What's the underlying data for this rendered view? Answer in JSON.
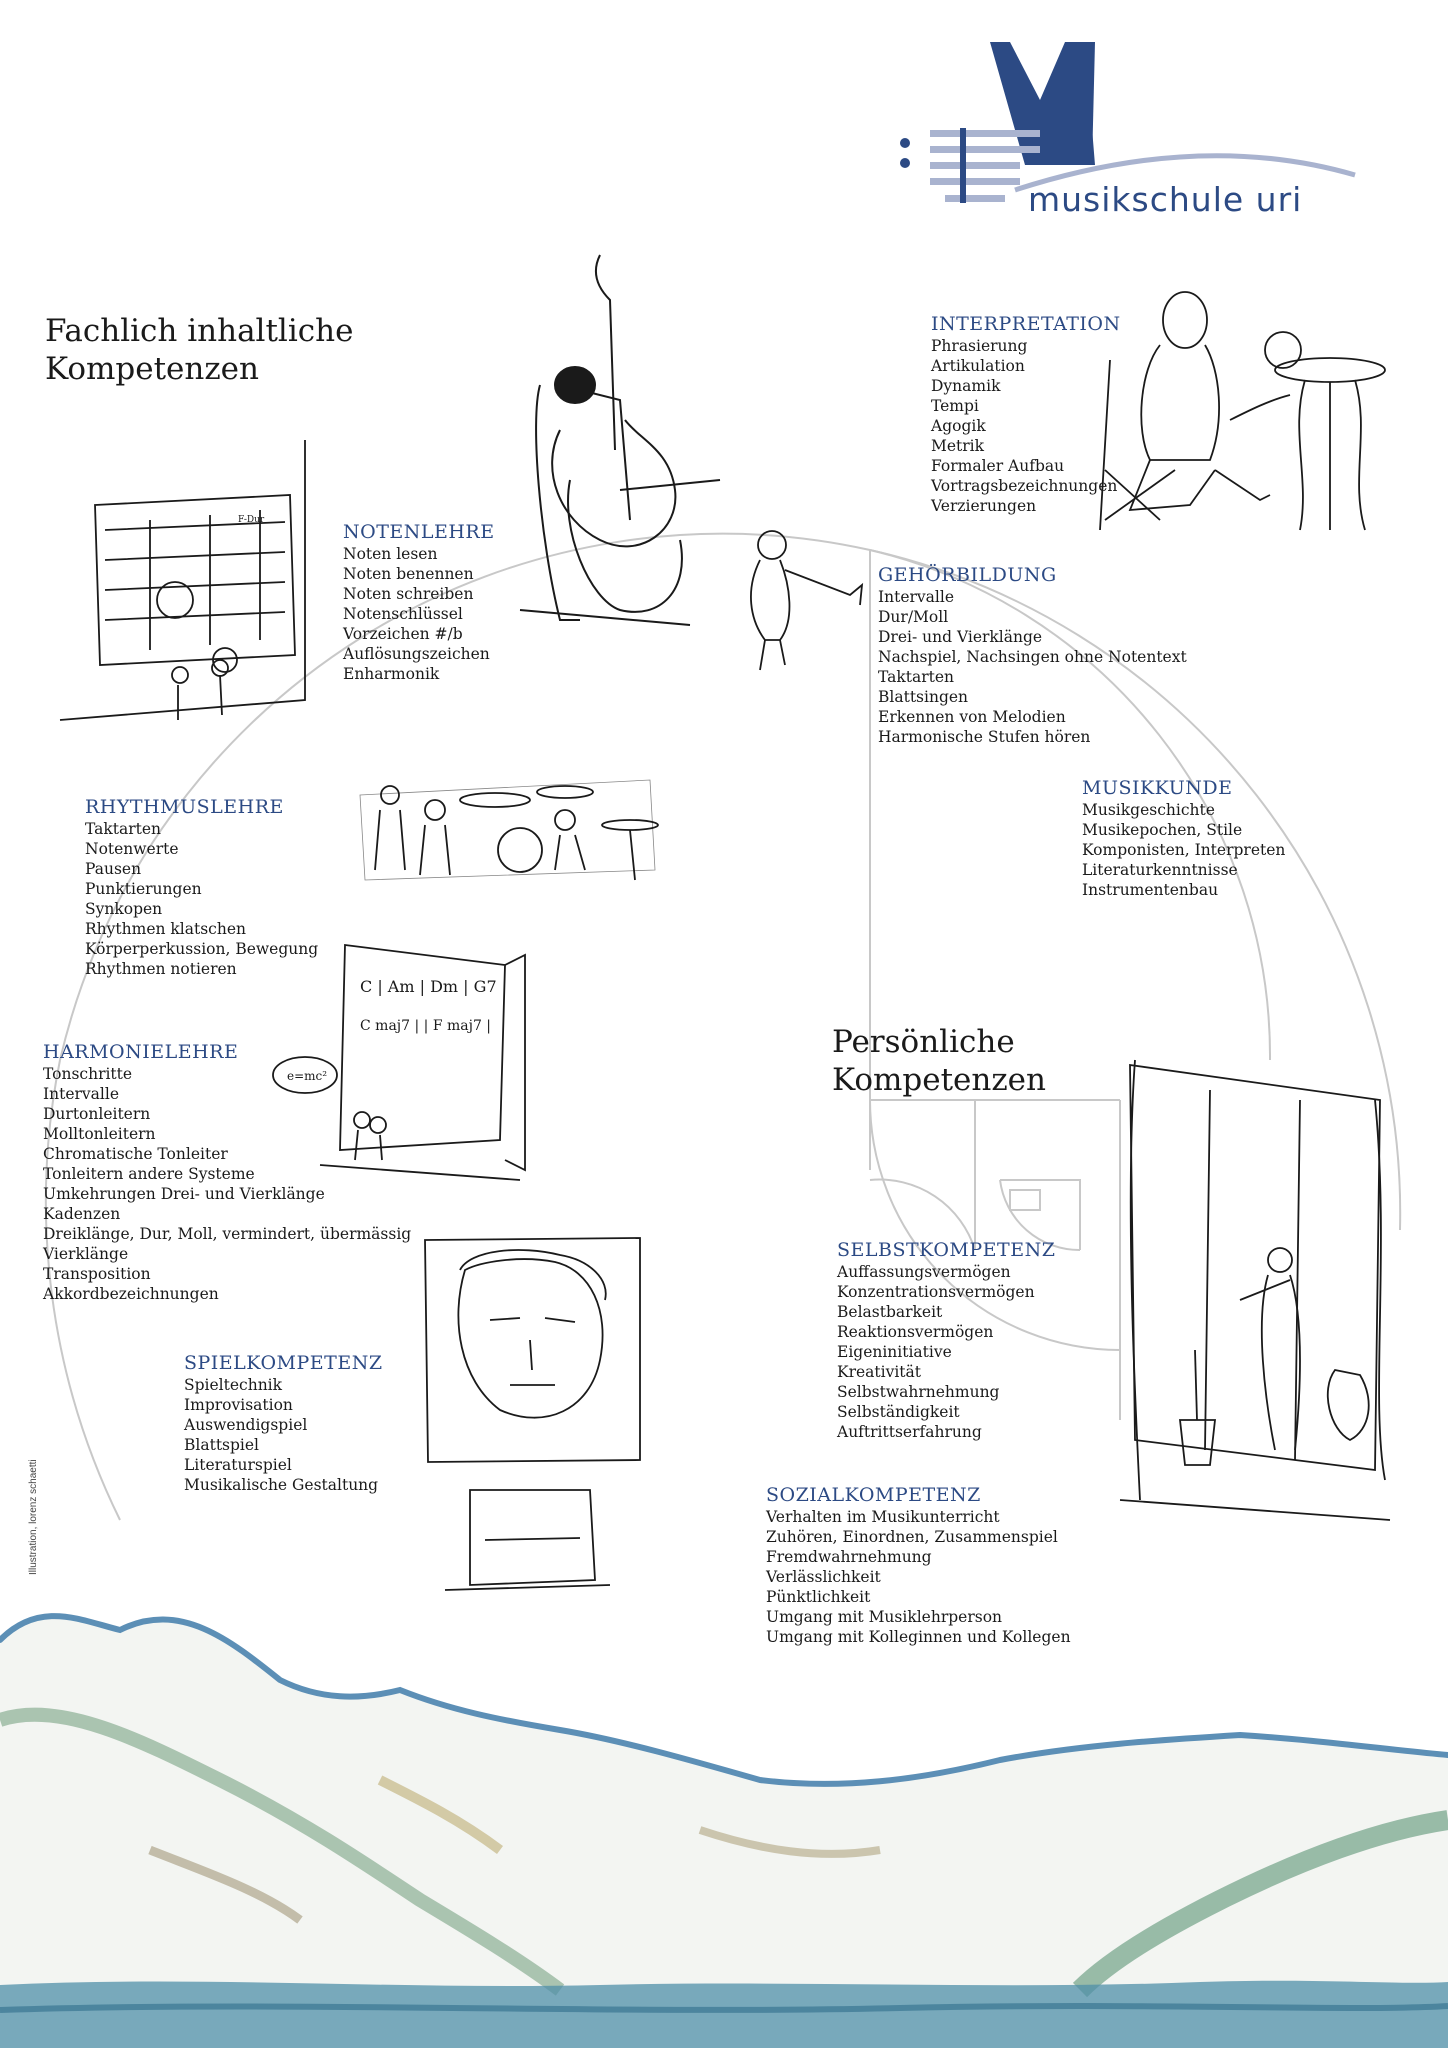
{
  "logo": {
    "text": "musikschule uri",
    "color": "#2c4a84"
  },
  "headings": {
    "fachlich_line1": "Fachlich inhaltliche",
    "fachlich_line2": "Kompetenzen",
    "persoenlich_line1": "Persönliche",
    "persoenlich_line2": "Kompetenzen"
  },
  "sections": {
    "interpretation": {
      "title": "INTERPRETATION",
      "items": [
        "Phrasierung",
        "Artikulation",
        "Dynamik",
        "Tempi",
        "Agogik",
        "Metrik",
        "Formaler Aufbau",
        "Vortragsbezeichnungen",
        "Verzierungen"
      ]
    },
    "notenlehre": {
      "title": "NOTENLEHRE",
      "items": [
        "Noten lesen",
        "Noten benennen",
        "Noten schreiben",
        "Notenschlüssel",
        "Vorzeichen #/b",
        "Auflösungszeichen",
        "Enharmonik"
      ]
    },
    "gehoerbildung": {
      "title": "GEHÖRBILDUNG",
      "items": [
        "Intervalle",
        "Dur/Moll",
        "Drei- und Vierklänge",
        "Nachspiel, Nachsingen ohne Notentext",
        "Taktarten",
        "Blattsingen",
        "Erkennen von Melodien",
        "Harmonische Stufen hören"
      ]
    },
    "musikkunde": {
      "title": "MUSIKKUNDE",
      "items": [
        "Musikgeschichte",
        "Musikepochen, Stile",
        "Komponisten, Interpreten",
        "Literaturkenntnisse",
        "Instrumentenbau"
      ]
    },
    "rhythmuslehre": {
      "title": "RHYTHMUSLEHRE",
      "items": [
        "Taktarten",
        "Notenwerte",
        "Pausen",
        "Punktierungen",
        "Synkopen",
        "Rhythmen klatschen",
        "Körperperkussion, Bewegung",
        "Rhythmen notieren"
      ]
    },
    "harmonielehre": {
      "title": "HARMONIELEHRE",
      "items": [
        "Tonschritte",
        "Intervalle",
        "Durtonleitern",
        "Molltonleitern",
        "Chromatische Tonleiter",
        "Tonleitern andere Systeme",
        "Umkehrungen Drei- und Vierklänge",
        "Kadenzen",
        "Dreiklänge, Dur, Moll, vermindert, übermässig",
        "Vierklänge",
        "Transposition",
        "Akkordbezeichnungen"
      ]
    },
    "spielkompetenz": {
      "title": "SPIELKOMPETENZ",
      "items": [
        "Spieltechnik",
        "Improvisation",
        "Auswendigspiel",
        "Blattspiel",
        "Literaturspiel",
        "Musikalische Gestaltung"
      ]
    },
    "selbstkompetenz": {
      "title": "SELBSTKOMPETENZ",
      "items": [
        "Auffassungsvermögen",
        "Konzentrationsvermögen",
        "Belastbarkeit",
        "Reaktionsvermögen",
        "Eigeninitiative",
        "Kreativität",
        "Selbstwahrnehmung",
        "Selbständigkeit",
        "Auftrittserfahrung"
      ]
    },
    "sozialkompetenz": {
      "title": "SOZIALKOMPETENZ",
      "items": [
        "Verhalten im Musikunterricht",
        "Zuhören, Einordnen, Zusammenspiel",
        "Fremdwahrnehmung",
        "Verlässlichkeit",
        "Pünktlichkeit",
        "Umgang mit Musiklehrperson",
        "Umgang mit Kolleginnen und Kollegen"
      ]
    }
  },
  "sketch_text": {
    "chords_line1": "C | Am | Dm | G7",
    "chords_line2": "C maj7 | | F maj7 |",
    "formula": "e=mc²",
    "key_label": "F-Dur"
  },
  "credit": "Illustration, lorenz schaetti",
  "colors": {
    "accent_blue": "#2c4a84",
    "spiral_grey": "#c8c8c8",
    "ink": "#1a1a1a",
    "lake": "#4f8fa8"
  }
}
